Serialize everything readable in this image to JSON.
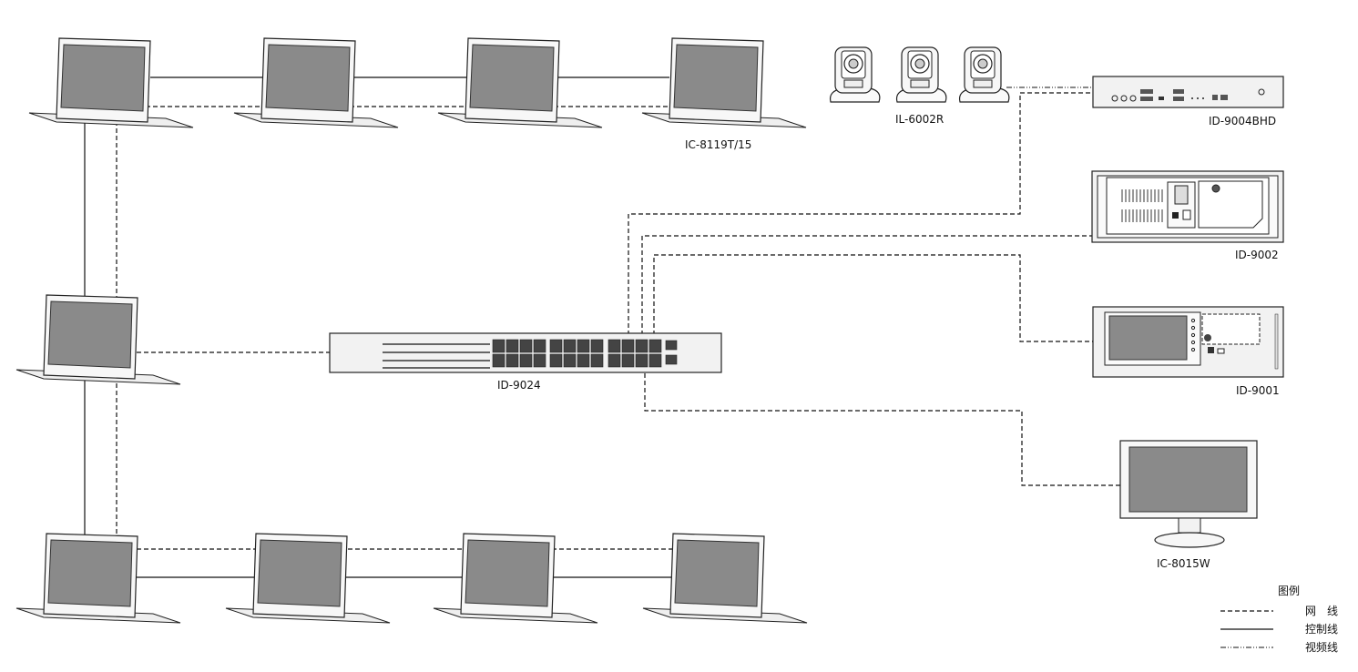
{
  "devices": {
    "lift_monitor": "IC-8119T/15",
    "camera": "IL-6002R",
    "decoder": "ID-9004BHD",
    "host_9002": "ID-9002",
    "switch": "ID-9024",
    "host_9001": "ID-9001",
    "monitor": "IC-8015W"
  },
  "legend": {
    "title": "图例",
    "network": "网　线",
    "control": "控制线",
    "video": "视频线"
  },
  "colors": {
    "screen": "#8a8a8a",
    "device_fill": "#f2f2f2",
    "line": "#111111"
  }
}
